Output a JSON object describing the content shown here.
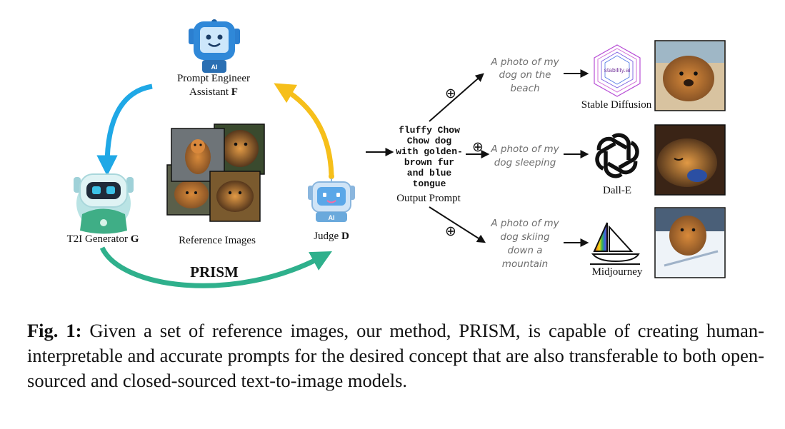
{
  "figure": {
    "prompt_engineer": {
      "name": "Prompt Engineer",
      "role": "Assistant",
      "symbol": "F",
      "badge": "AI"
    },
    "t2i_generator": {
      "name": "T2I Generator",
      "symbol": "G"
    },
    "judge": {
      "name": "Judge",
      "symbol": "D",
      "badge": "AI"
    },
    "reference_images": {
      "label": "Reference Images"
    },
    "method_label": "PRISM",
    "output_prompt": {
      "lines": [
        "fluffy Chow",
        "Chow dog",
        "with golden-",
        "brown fur",
        "and blue",
        "tongue"
      ],
      "label": "Output Prompt"
    },
    "prompts": [
      {
        "lines": [
          "A photo of my",
          "dog on the",
          "beach"
        ]
      },
      {
        "lines": [
          "A photo of my",
          "dog sleeping"
        ]
      },
      {
        "lines": [
          "A photo of my",
          "dog skiing",
          "down a",
          "mountain"
        ]
      }
    ],
    "models": [
      {
        "name": "Stable Diffusion",
        "logo_text": "stability.ai",
        "icon": "stability-ai-logo"
      },
      {
        "name": "Dall-E",
        "icon": "openai-logo"
      },
      {
        "name": "Midjourney",
        "icon": "midjourney-sailboat-logo"
      }
    ],
    "concat_symbol": "⊕",
    "colors": {
      "blue_arrow": "#1fa8e6",
      "yellow_arrow": "#f6bf1a",
      "green_arrow": "#2fb08c"
    }
  },
  "caption": {
    "label": "Fig. 1:",
    "text": "Given a set of reference images, our method, PRISM, is capable of creating human-interpretable and accurate prompts for the desired concept that are also transferable to both open-sourced and closed-sourced text-to-image models."
  }
}
